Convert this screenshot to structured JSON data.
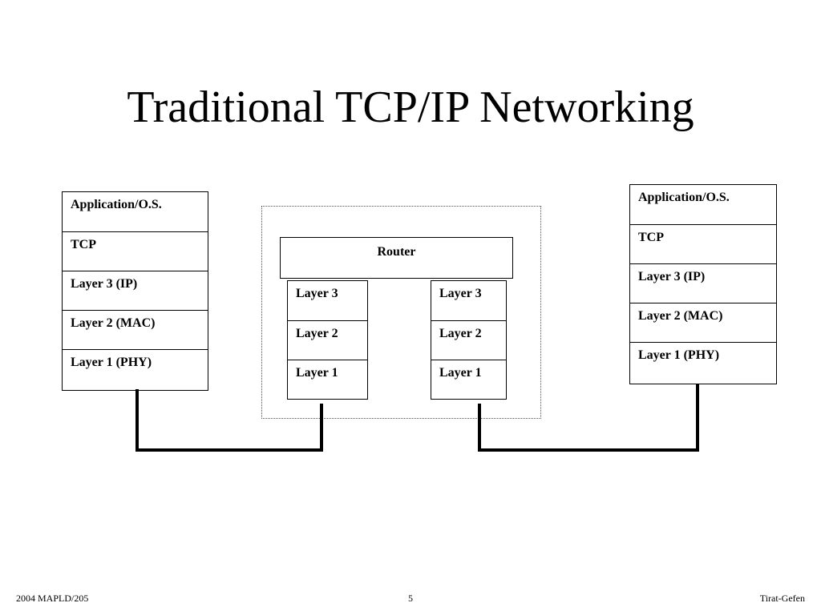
{
  "slide": {
    "title": "Traditional TCP/IP Networking"
  },
  "host_left": {
    "layers": [
      "Application/O.S.",
      "TCP",
      "Layer 3 (IP)",
      "Layer 2 (MAC)",
      "Layer 1 (PHY)"
    ]
  },
  "host_right": {
    "layers": [
      "Application/O.S.",
      "TCP",
      "Layer 3 (IP)",
      "Layer 2 (MAC)",
      "Layer 1 (PHY)"
    ]
  },
  "router": {
    "label": "Router",
    "port_left": [
      "Layer 3",
      "Layer 2",
      "Layer 1"
    ],
    "port_right": [
      "Layer 3",
      "Layer 2",
      "Layer 1"
    ]
  },
  "footer": {
    "left": "2004 MAPLD/205",
    "center": "5",
    "right": "Tirat-Gefen"
  }
}
